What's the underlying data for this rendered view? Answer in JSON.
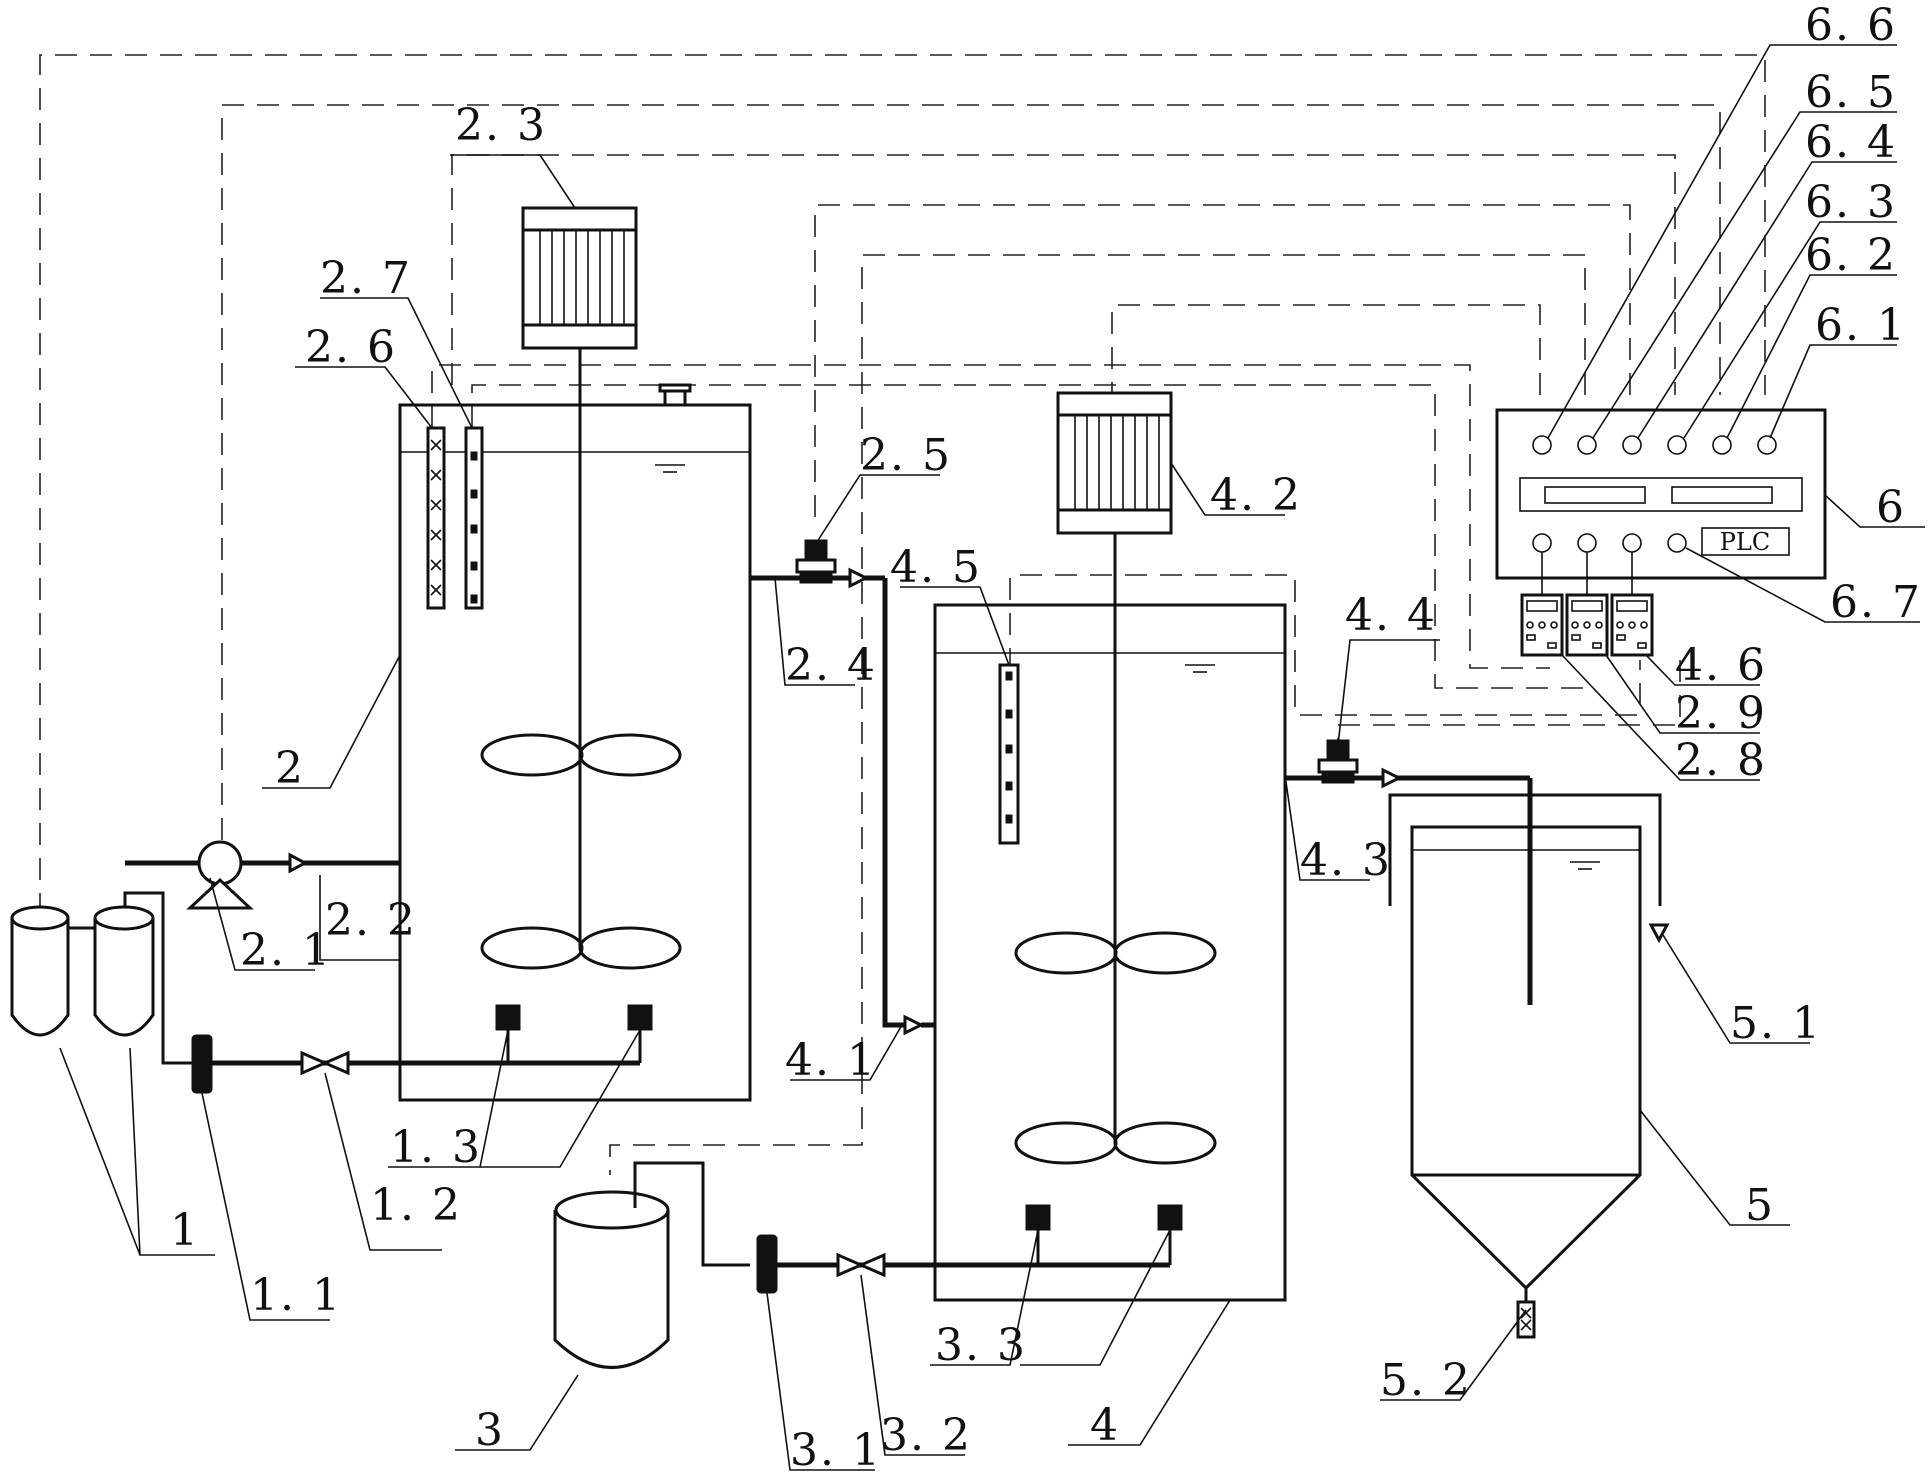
{
  "labels": {
    "l1": "1",
    "l1_1": "1. 1",
    "l1_2": "1. 2",
    "l1_3": "1. 3",
    "l2": "2",
    "l2_1": "2. 1",
    "l2_2": "2. 2",
    "l2_3": "2. 3",
    "l2_4": "2. 4",
    "l2_5": "2. 5",
    "l2_6": "2. 6",
    "l2_7": "2. 7",
    "l2_8": "2. 8",
    "l2_9": "2. 9",
    "l3": "3",
    "l3_1": "3. 1",
    "l3_2": "3. 2",
    "l3_3": "3. 3",
    "l4": "4",
    "l4_1": "4. 1",
    "l4_2": "4. 2",
    "l4_3": "4. 3",
    "l4_4": "4. 4",
    "l4_5": "4. 5",
    "l4_6": "4. 6",
    "l5": "5",
    "l5_1": "5. 1",
    "l5_2": "5. 2",
    "l6": "6",
    "l6_1": "6. 1",
    "l6_2": "6. 2",
    "l6_3": "6. 3",
    "l6_4": "6. 4",
    "l6_5": "6. 5",
    "l6_6": "6. 6",
    "l6_7": "6. 7"
  },
  "control_panel": {
    "plc_text": "PLC"
  }
}
